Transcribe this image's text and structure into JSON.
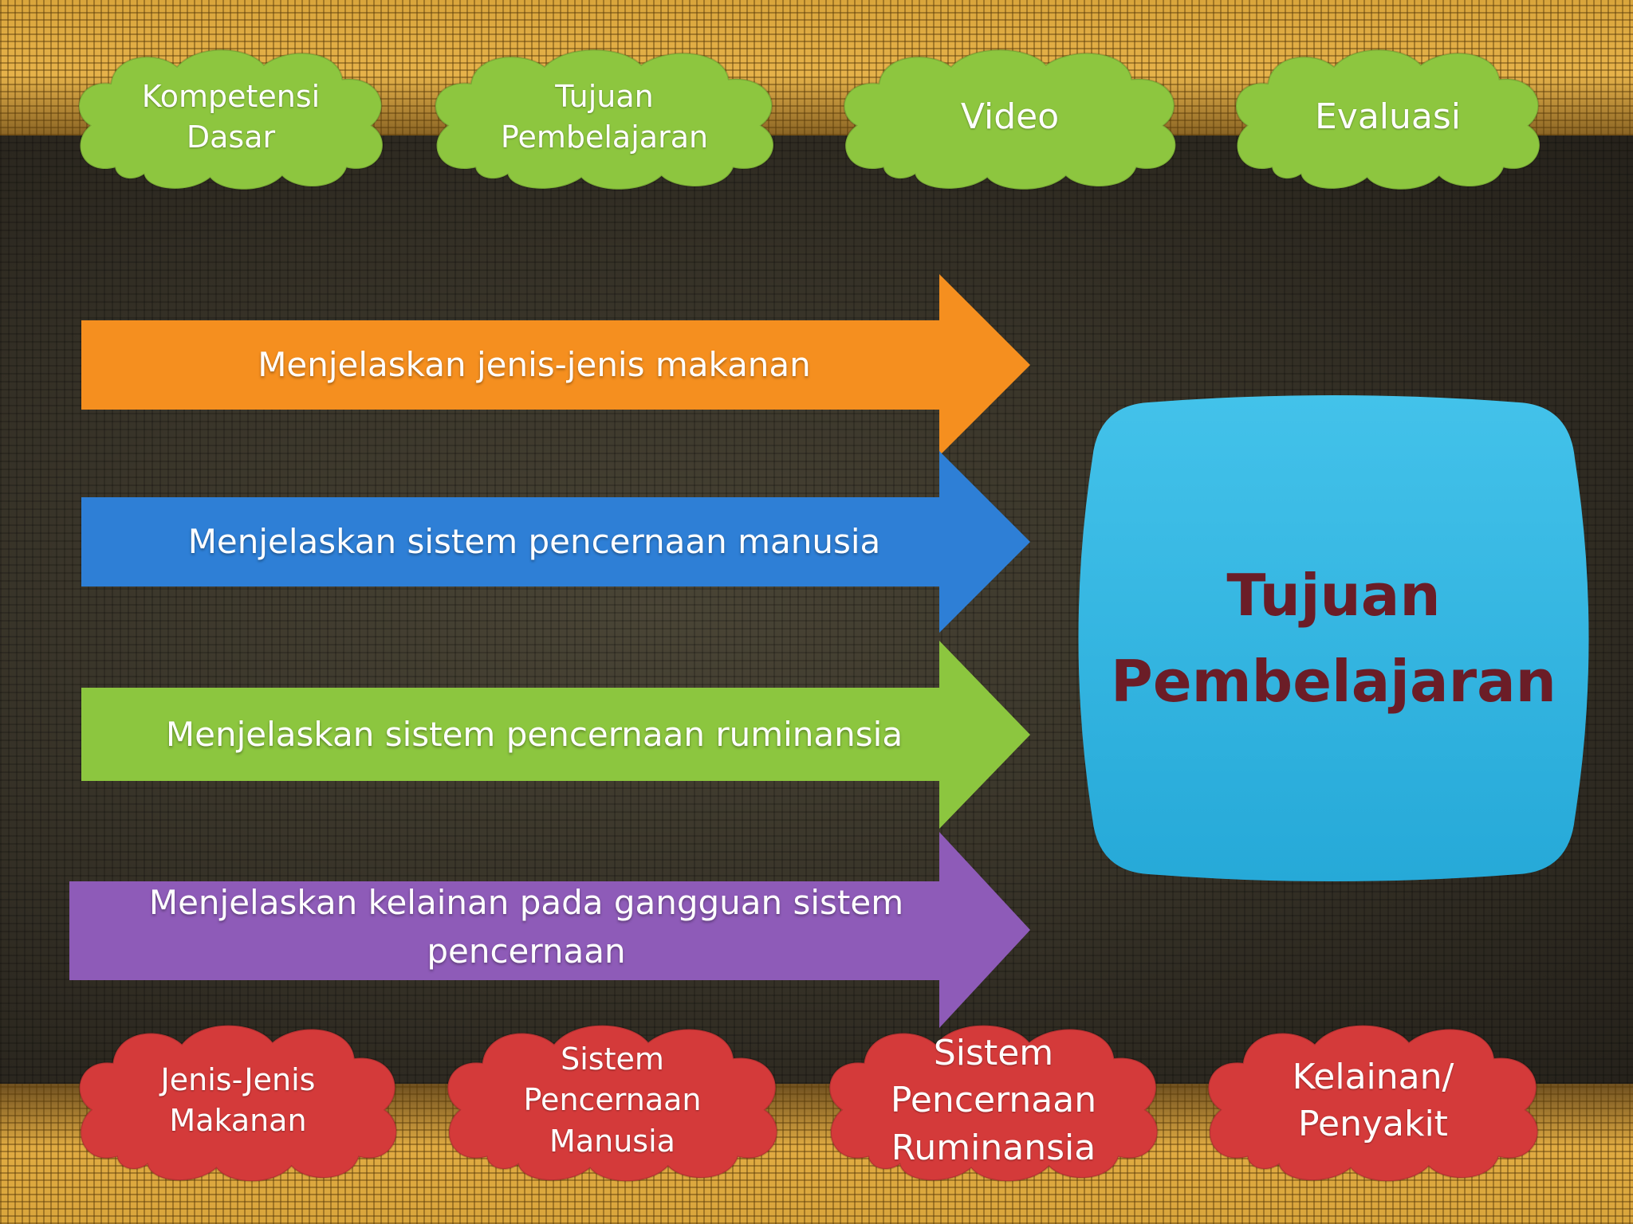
{
  "top_nav": [
    {
      "label": "Kompetensi\nDasar"
    },
    {
      "label": "Tujuan\nPembelajaran"
    },
    {
      "label": "Video"
    },
    {
      "label": "Evaluasi"
    }
  ],
  "objectives": [
    {
      "label": "Menjelaskan jenis-jenis makanan",
      "color": "#f58f1f"
    },
    {
      "label": "Menjelaskan sistem pencernaan manusia",
      "color": "#2e7fd6"
    },
    {
      "label": "Menjelaskan sistem pencernaan ruminansia",
      "color": "#8cc63f"
    },
    {
      "label": "Menjelaskan kelainan pada gangguan sistem pencernaan",
      "color": "#8e5bb8"
    }
  ],
  "target": {
    "label": "Tujuan\nPembelajaran",
    "color": "#2fb2de",
    "text_color": "#6b1d27"
  },
  "bottom_nav": [
    {
      "label": "Jenis-Jenis\nMakanan"
    },
    {
      "label": "Sistem\nPencernaan\nManusia"
    },
    {
      "label": "Sistem\nPencernaan\nRuminansia"
    },
    {
      "label": "Kelainan/\nPenyakit"
    }
  ],
  "colors": {
    "top_cloud": "#8dc63f",
    "bottom_cloud": "#d43a3a"
  }
}
